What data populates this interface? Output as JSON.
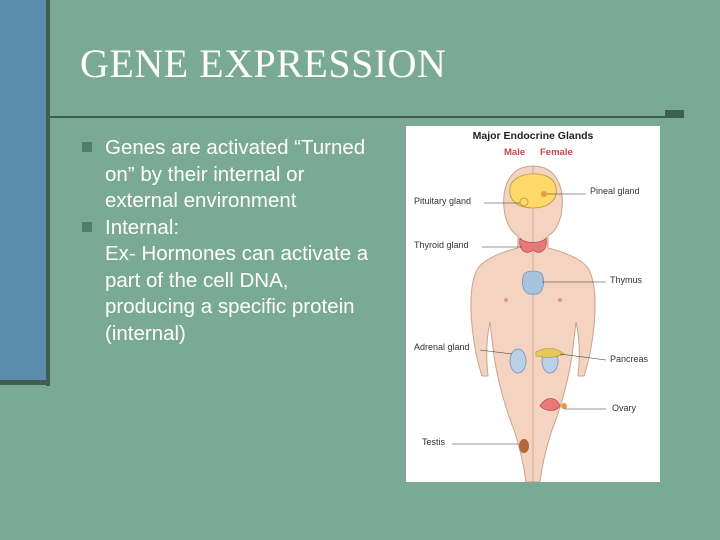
{
  "slide": {
    "title": "GENE EXPRESSION",
    "bullets": [
      {
        "text": "Genes are activated “Turned on” by their internal or external environment"
      },
      {
        "text": "Internal:"
      }
    ],
    "sub_text": "Ex- Hormones can activate a part of the cell DNA, producing a specific protein (internal)"
  },
  "figure": {
    "title": "Major Endocrine Glands",
    "male_label": "Male",
    "female_label": "Female",
    "labels": {
      "pituitary": "Pituitary gland",
      "pineal": "Pineal gland",
      "thyroid": "Thyroid gland",
      "thymus": "Thymus",
      "adrenal": "Adrenal gland",
      "pancreas": "Pancreas",
      "ovary": "Ovary",
      "testis": "Testis"
    },
    "colors": {
      "skin": "#f4d3c0",
      "thyroid": "#e8787a",
      "thymus": "#a9c3de",
      "adrenal_kidney": "#b9d0e6",
      "brain": "#ffd86a",
      "label_red": "#c6474b"
    }
  }
}
